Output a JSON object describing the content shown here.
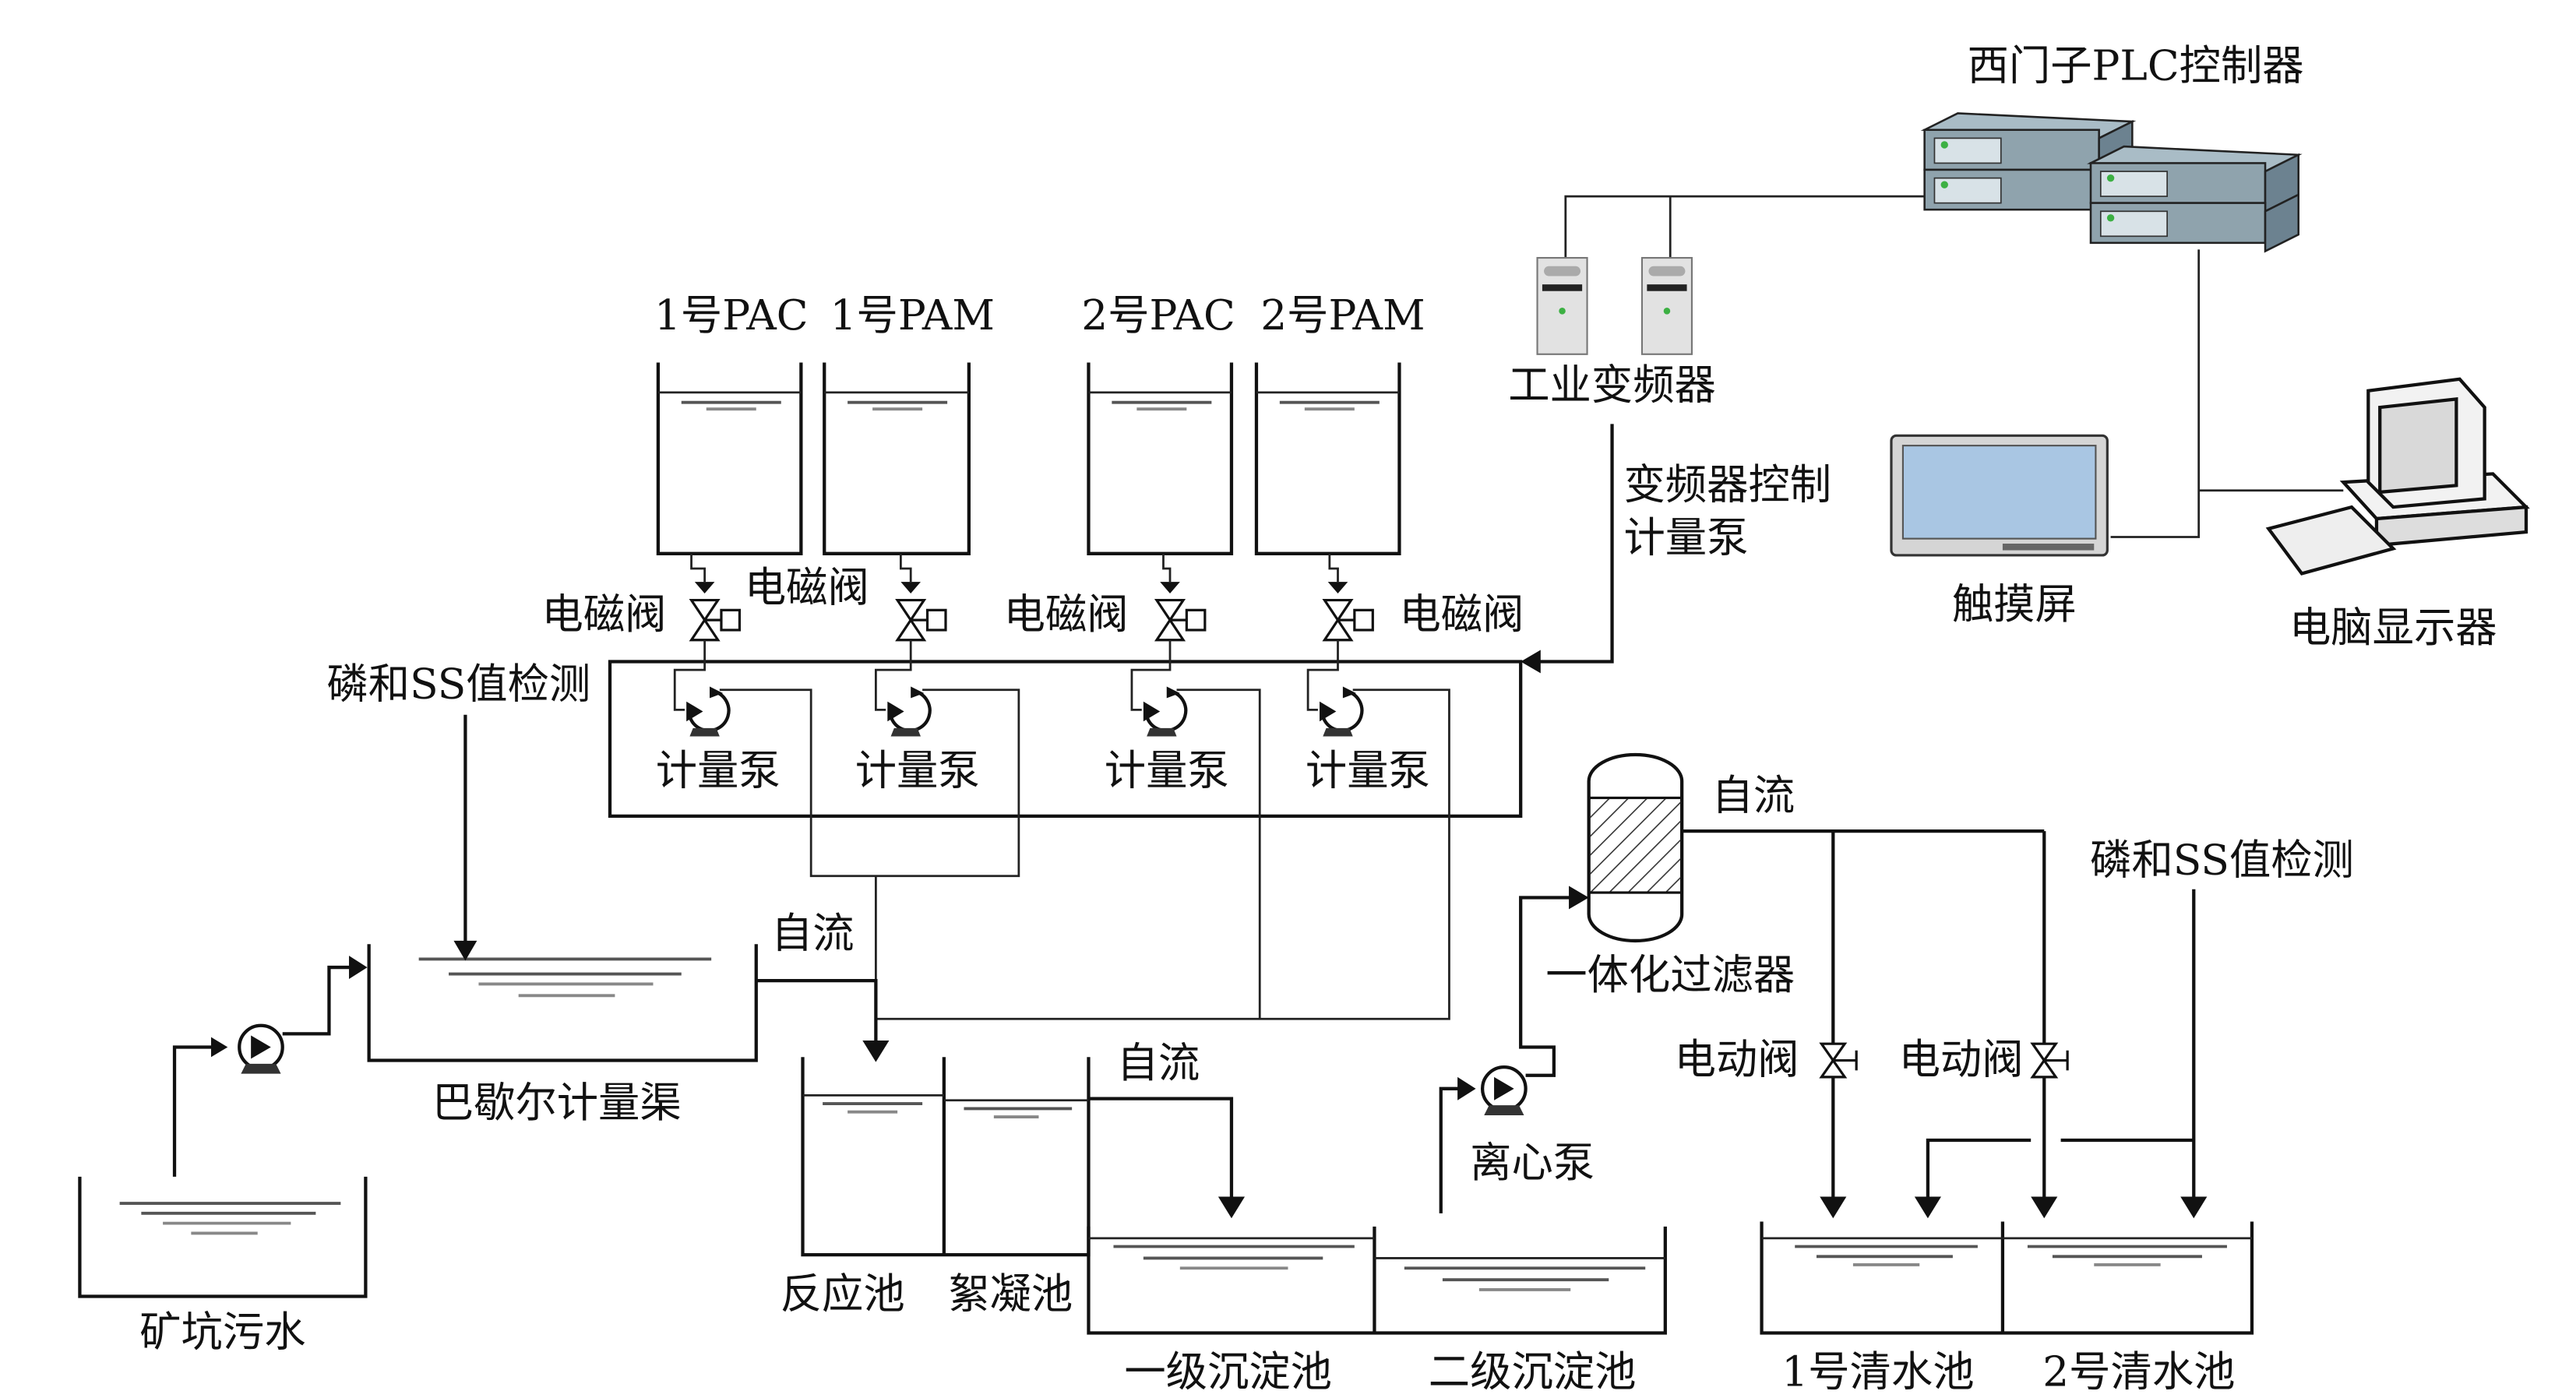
{
  "title": "Mine wastewater treatment process diagram",
  "control": {
    "plc_label": "西门子PLC控制器",
    "vfd_label": "工业变频器",
    "vfd_control_line1": "变频器控制",
    "vfd_control_line2": "计量泵",
    "touchscreen_label": "触摸屏",
    "pc_label": "电脑显示器"
  },
  "dosing": {
    "tanks": [
      {
        "label": "1号PAC"
      },
      {
        "label": "1号PAM"
      },
      {
        "label": "2号PAC"
      },
      {
        "label": "2号PAM"
      }
    ],
    "solenoid_valve_label": "电磁阀",
    "metering_pump_label": "计量泵"
  },
  "process": {
    "mine_water_label": "矿坑污水",
    "parshall_label": "巴歇尔计量渠",
    "detect_label_1": "磷和SS值检测",
    "detect_label_2": "磷和SS值检测",
    "gravity_flow": "自流",
    "reaction_tank": "反应池",
    "flocculation_tank": "絮凝池",
    "primary_settling": "一级沉淀池",
    "secondary_settling": "二级沉淀池",
    "centrifugal_pump": "离心泵",
    "filter_label": "一体化过滤器",
    "electric_valve_label": "电动阀",
    "clear_tank_1": "1号清水池",
    "clear_tank_2": "2号清水池"
  },
  "colors": {
    "line": "#111111",
    "equipment_gray": "#8fa3ad",
    "screen_blue": "#a9c6e3",
    "led_green": "#3cb043"
  }
}
